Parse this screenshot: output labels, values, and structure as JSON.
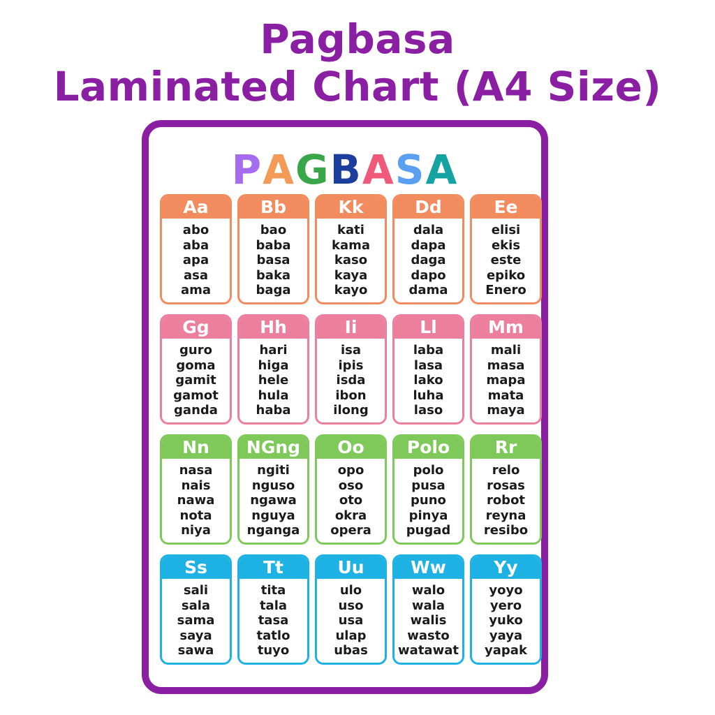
{
  "product_title_line1": "Pagbasa",
  "product_title_line2": "Laminated Chart (A4 Size)",
  "chart_title_letters": [
    {
      "char": "P",
      "color": "#a56cf0"
    },
    {
      "char": "A",
      "color": "#f29a56"
    },
    {
      "char": "G",
      "color": "#3aa64a"
    },
    {
      "char": "B",
      "color": "#1c3f9e"
    },
    {
      "char": "A",
      "color": "#ef5a7a"
    },
    {
      "char": "S",
      "color": "#5a9ff0"
    },
    {
      "char": "A",
      "color": "#14a2a2"
    }
  ],
  "row_colors": [
    "#f28b5e",
    "#ec7f9d",
    "#7fc95a",
    "#1eb2e4"
  ],
  "cards": [
    {
      "letter": "Aa",
      "words": [
        "abo",
        "aba",
        "apa",
        "asa",
        "ama"
      ]
    },
    {
      "letter": "Bb",
      "words": [
        "bao",
        "baba",
        "basa",
        "baka",
        "baga"
      ]
    },
    {
      "letter": "Kk",
      "words": [
        "kati",
        "kama",
        "kaso",
        "kaya",
        "kayo"
      ]
    },
    {
      "letter": "Dd",
      "words": [
        "dala",
        "dapa",
        "daga",
        "dapo",
        "dama"
      ]
    },
    {
      "letter": "Ee",
      "words": [
        "elisi",
        "ekis",
        "este",
        "epiko",
        "Enero"
      ]
    },
    {
      "letter": "Gg",
      "words": [
        "guro",
        "goma",
        "gamit",
        "gamot",
        "ganda"
      ]
    },
    {
      "letter": "Hh",
      "words": [
        "hari",
        "higa",
        "hele",
        "hula",
        "haba"
      ]
    },
    {
      "letter": "Ii",
      "words": [
        "isa",
        "ipis",
        "isda",
        "ibon",
        "ilong"
      ]
    },
    {
      "letter": "Ll",
      "words": [
        "laba",
        "lasa",
        "lako",
        "luha",
        "laso"
      ]
    },
    {
      "letter": "Mm",
      "words": [
        "mali",
        "masa",
        "mapa",
        "mata",
        "maya"
      ]
    },
    {
      "letter": "Nn",
      "words": [
        "nasa",
        "nais",
        "nawa",
        "nota",
        "niya"
      ]
    },
    {
      "letter": "NGng",
      "words": [
        "ngiti",
        "nguso",
        "ngawa",
        "nguya",
        "nganga"
      ]
    },
    {
      "letter": "Oo",
      "words": [
        "opo",
        "oso",
        "oto",
        "okra",
        "opera"
      ]
    },
    {
      "letter": "Polo",
      "words": [
        "polo",
        "pusa",
        "puno",
        "pinya",
        "pugad"
      ]
    },
    {
      "letter": "Rr",
      "words": [
        "relo",
        "rosas",
        "robot",
        "reyna",
        "resibo"
      ]
    },
    {
      "letter": "Ss",
      "words": [
        "sali",
        "sala",
        "sama",
        "saya",
        "sawa"
      ]
    },
    {
      "letter": "Tt",
      "words": [
        "tita",
        "tala",
        "tasa",
        "tatlo",
        "tuyo"
      ]
    },
    {
      "letter": "Uu",
      "words": [
        "ulo",
        "uso",
        "usa",
        "ulap",
        "ubas"
      ]
    },
    {
      "letter": "Ww",
      "words": [
        "walo",
        "wala",
        "walis",
        "wasto",
        "watawat"
      ]
    },
    {
      "letter": "Yy",
      "words": [
        "yoyo",
        "yero",
        "yuko",
        "yaya",
        "yapak"
      ]
    }
  ]
}
